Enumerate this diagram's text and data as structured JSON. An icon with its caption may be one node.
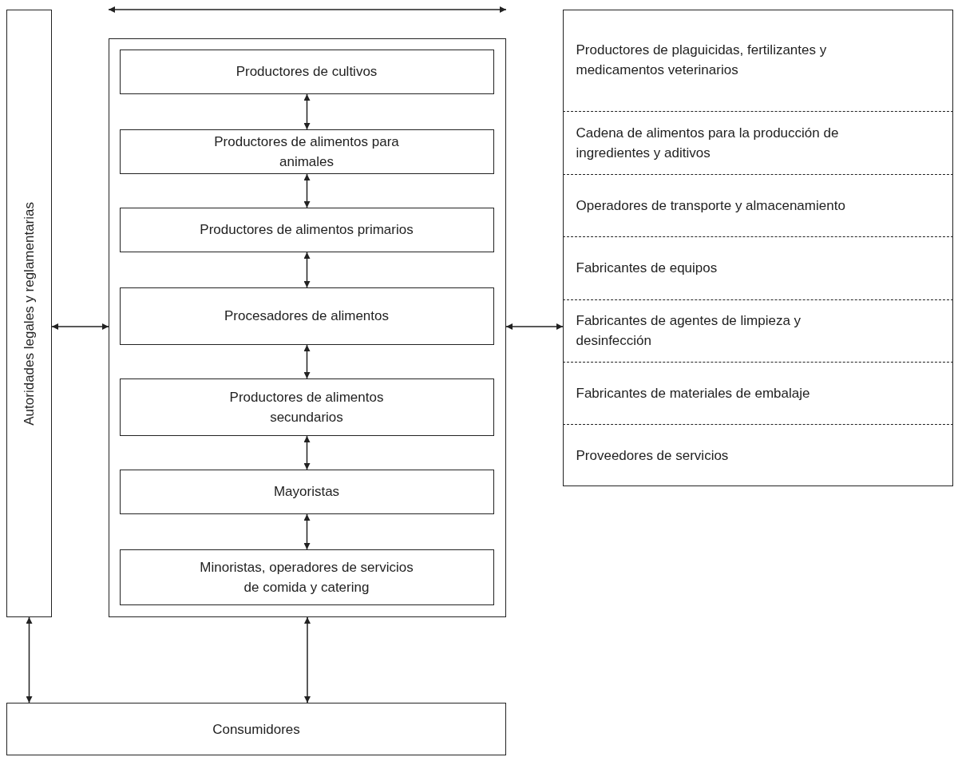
{
  "diagram": {
    "nodes": [
      {
        "text": [
          "Autoridades legales y reglamentarias"
        ]
      },
      {
        "text": [],
        "shape": "box"
      },
      {
        "text": [
          "Productores de cultivos"
        ],
        "in": 1
      },
      {
        "text": [
          "Productores de alimentos para animales"
        ],
        "in": 1
      },
      {
        "text": [
          "Productores de alimentos primarios"
        ],
        "in": 1
      },
      {
        "text": [
          "Procesadores de alimentos"
        ],
        "in": 1
      },
      {
        "text": [
          "Productores de alimentos secundarios"
        ],
        "in": 1
      },
      {
        "text": [
          "Mayoristas"
        ],
        "in": 1
      },
      {
        "text": [
          "Minoristas, operadores de servicios de comida y catering"
        ],
        "in": 1
      },
      {
        "text": [],
        "shape": "box"
      },
      {
        "text": [
          "Productores de plaguicidas, fertilizantes y medicamentos veterinarios"
        ],
        "in": 9
      },
      {
        "text": [
          "Cadena de alimentos para la producción de ingredientes y aditivos"
        ],
        "in": 9
      },
      {
        "text": [
          "Operadores de transporte y almacenamiento"
        ],
        "in": 9
      },
      {
        "text": [
          "Fabricantes de equipos"
        ],
        "in": 9
      },
      {
        "text": [
          "Fabricantes de agentes de limpieza y desinfección"
        ],
        "in": 9
      },
      {
        "text": [
          "Fabricantes de materiales de embalaje"
        ],
        "in": 9
      },
      {
        "text": [
          "Proveedores de servicios"
        ],
        "in": 9
      },
      {
        "text": [
          "Consumidores"
        ]
      }
    ],
    "edges": [
      {
        "from": 2,
        "to": 3,
        "arrow": "both"
      },
      {
        "from": 3,
        "to": 4,
        "arrow": "both"
      },
      {
        "from": 4,
        "to": 5,
        "arrow": "both"
      },
      {
        "from": 5,
        "to": 6,
        "arrow": "both"
      },
      {
        "from": 6,
        "to": 7,
        "arrow": "both"
      },
      {
        "from": 7,
        "to": 8,
        "arrow": "both"
      },
      {
        "from": 0,
        "to": 1,
        "arrow": "both"
      },
      {
        "from": 1,
        "to": 9,
        "arrow": "both"
      },
      {
        "from": 0,
        "to": 17,
        "arrow": "both"
      },
      {
        "from": 1,
        "to": 17,
        "arrow": "both"
      }
    ]
  }
}
